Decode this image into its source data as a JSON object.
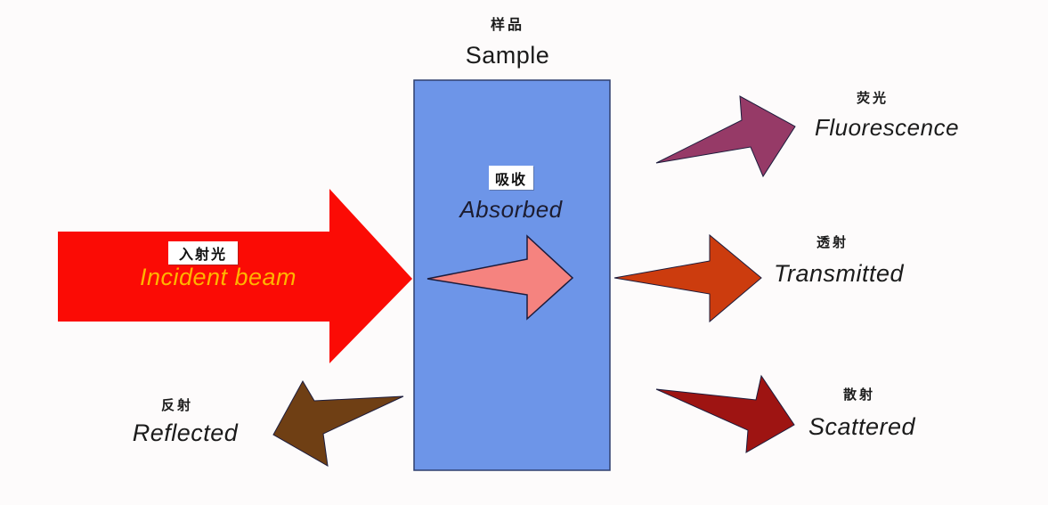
{
  "sample": {
    "label_zh": "样品",
    "label_en": "Sample"
  },
  "incident": {
    "label_zh": "入射光",
    "label_en": "Incident beam"
  },
  "absorbed": {
    "label_zh": "吸收",
    "label_en": "Absorbed"
  },
  "fluorescence": {
    "label_zh": "荧光",
    "label_en": "Fluorescence"
  },
  "transmitted": {
    "label_zh": "透射",
    "label_en": "Transmitted"
  },
  "reflected": {
    "label_zh": "反射",
    "label_en": "Reflected"
  },
  "scattered": {
    "label_zh": "散射",
    "label_en": "Scattered"
  },
  "colors": {
    "background": "#fdfbfb",
    "sample_box_fill": "#6d95e8",
    "sample_box_border": "#2f3f6e",
    "incident_arrow": "#fb0b05",
    "absorbed_arrow_fill": "#f5837f",
    "absorbed_arrow_stroke": "#1c1c3c",
    "transmitted_arrow": "#cc3c0e",
    "fluorescence_arrow": "#963a67",
    "reflected_arrow": "#6f3f14",
    "scattered_arrow": "#9e1412",
    "incident_text": "#ffb400",
    "absorbed_text": "#1c1c30",
    "label_text": "#1b1b1b",
    "chip_background": "#ffffff",
    "chip_text": "#111111"
  }
}
